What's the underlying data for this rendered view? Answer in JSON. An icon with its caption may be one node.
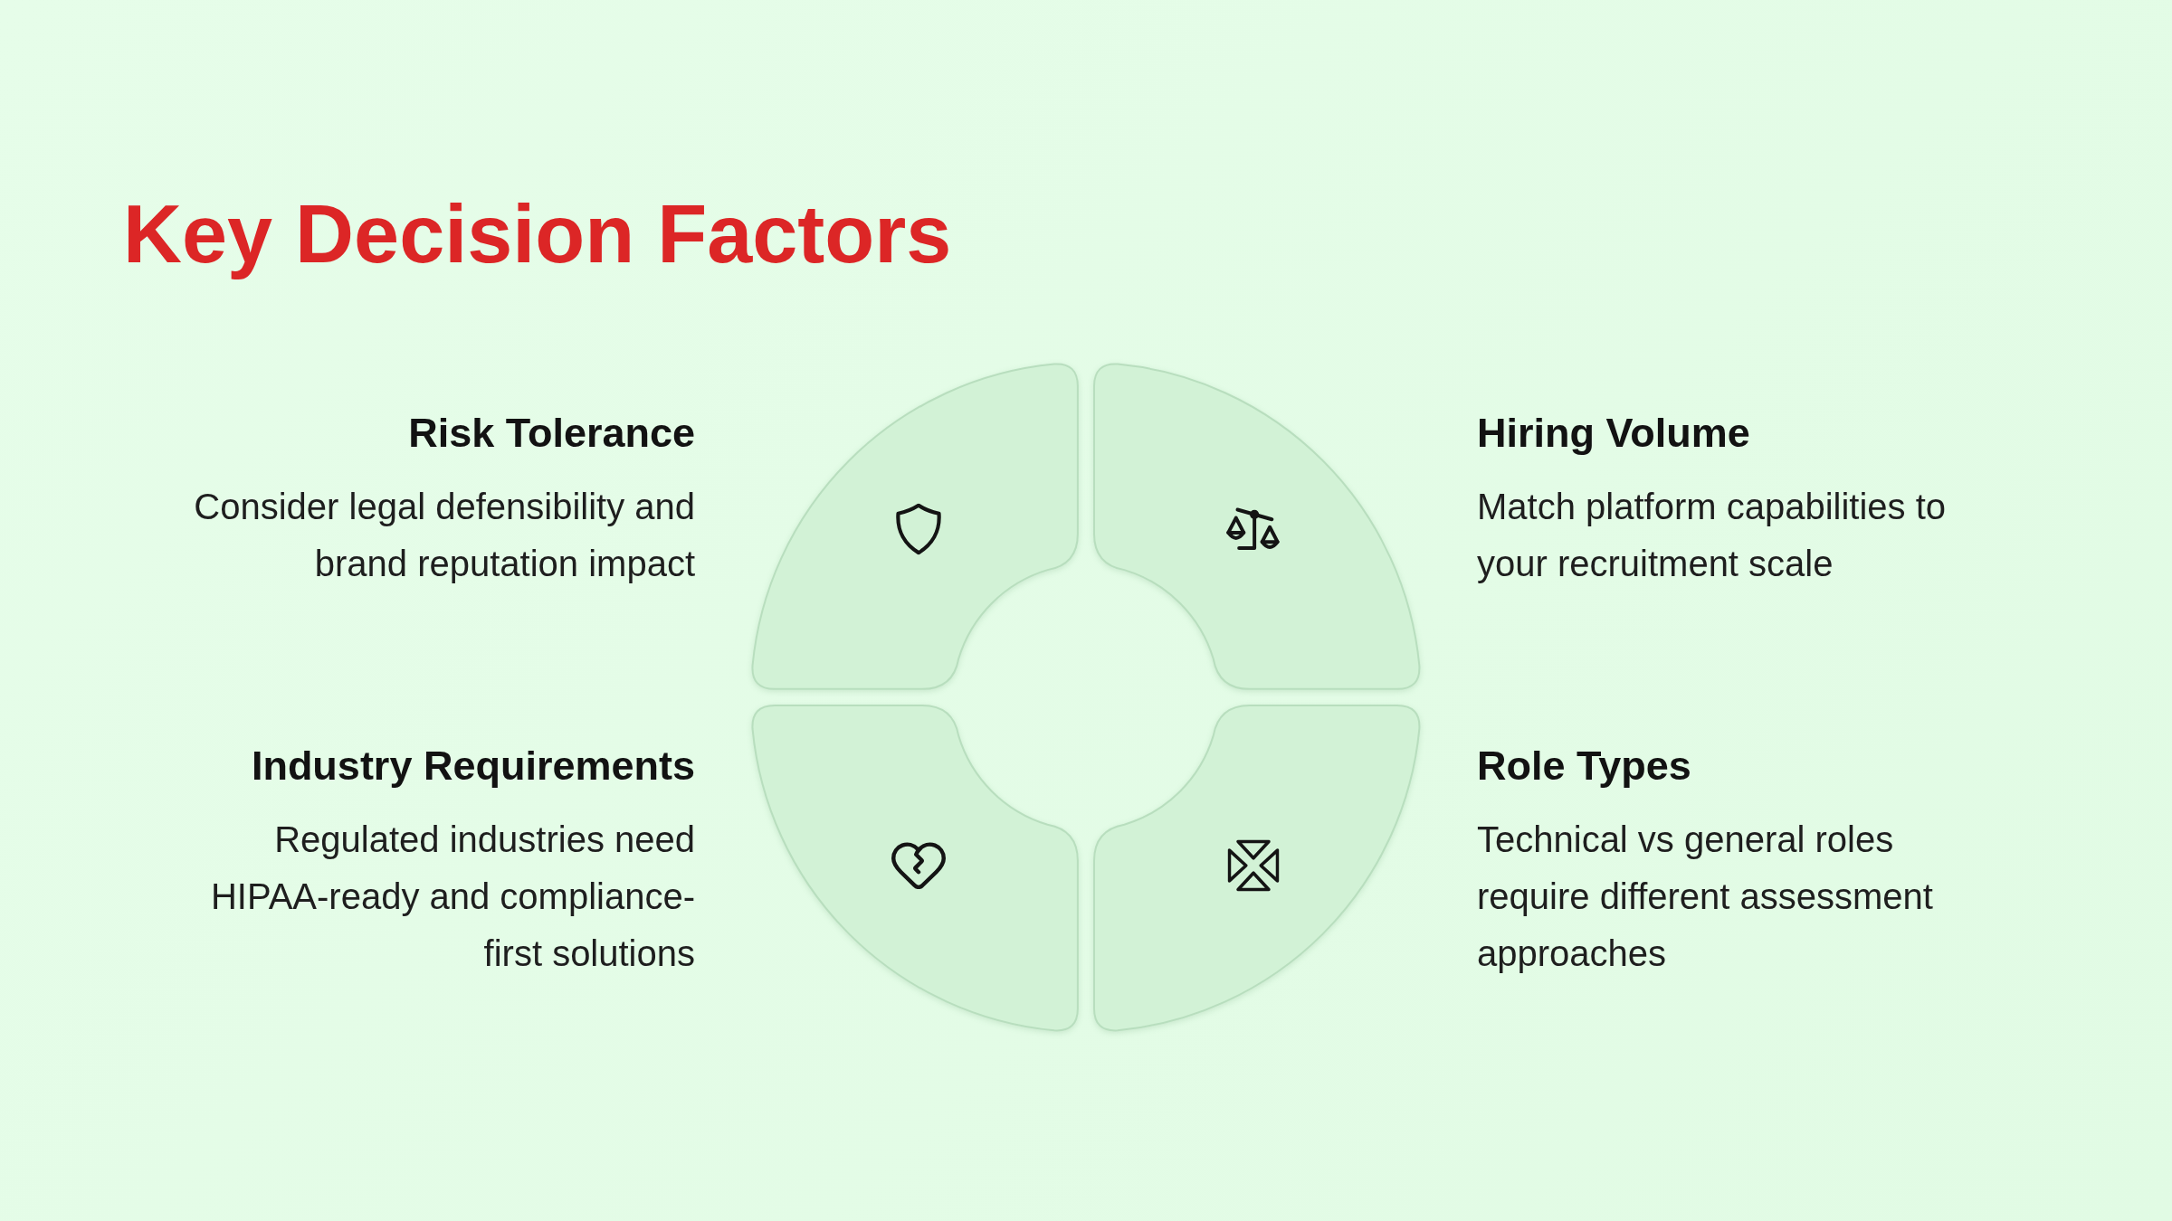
{
  "diagram": {
    "title": "Key Decision Factors",
    "nodes": [
      {
        "text": [],
        "shape": "quadrant",
        "beside": [
          "Risk Tolerance",
          "Consider legal defensibility and brand reputation impact"
        ]
      },
      {
        "text": [],
        "shape": "quadrant",
        "beside": [
          "Hiring Volume",
          "Match platform capabilities to your recruitment scale"
        ]
      },
      {
        "text": [],
        "shape": "quadrant",
        "beside": [
          "Industry Requirements",
          "Regulated industries need HIPAA-ready and compliance-first solutions"
        ]
      },
      {
        "text": [],
        "shape": "quadrant",
        "beside": [
          "Role Types",
          "Technical vs general roles require different assessment approaches"
        ]
      }
    ]
  }
}
